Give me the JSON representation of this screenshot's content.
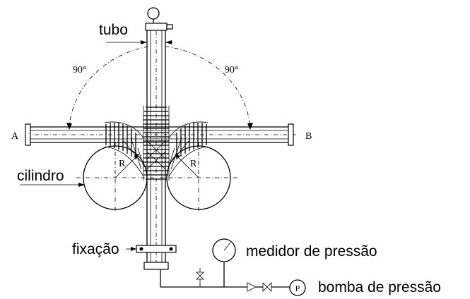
{
  "labels": {
    "tubo": "tubo",
    "cilindro": "cilindro",
    "fixacao": "fixação",
    "medidor": "medidor de pressão",
    "bomba": "bomba de pressão",
    "point_a": "A",
    "point_b": "B",
    "angle_left": "90°",
    "angle_right": "90°",
    "radius_left": "R",
    "radius_right": "R",
    "pump_symbol": "P"
  }
}
